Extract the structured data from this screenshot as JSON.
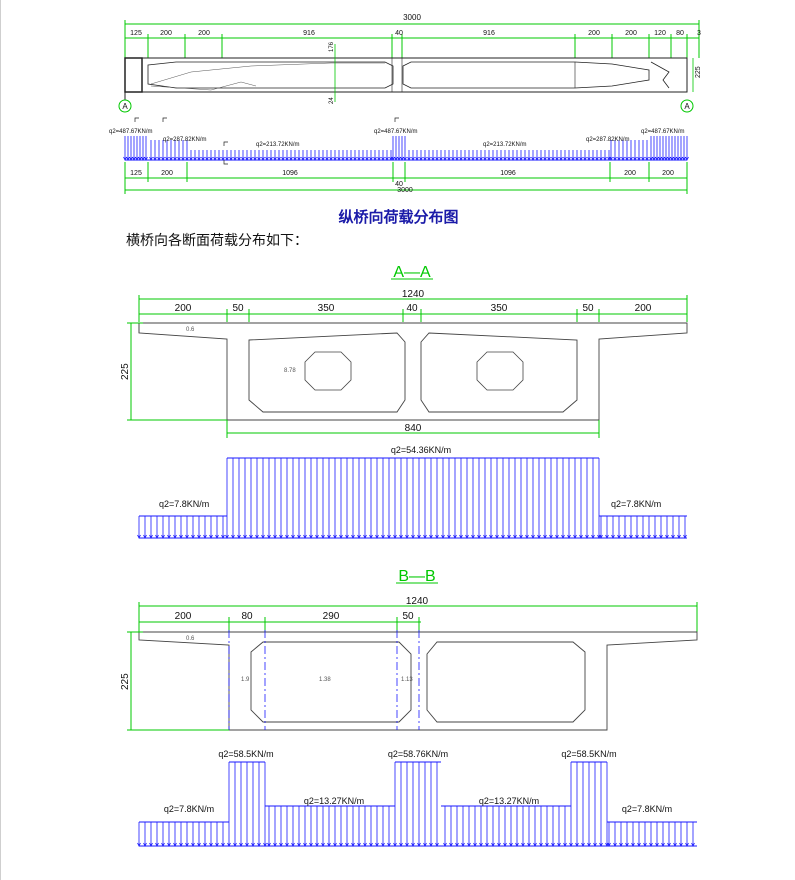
{
  "longitudinal": {
    "total_top": "3000",
    "top_dims": [
      "125",
      "200",
      "200",
      "916",
      "40",
      "916",
      "200",
      "200",
      "120",
      "80",
      "3"
    ],
    "pier_labels": [
      "A",
      "A"
    ],
    "height_dim": "225",
    "vert_dim_top": "176",
    "vert_dim_bot": "24",
    "load_labels": [
      "q2=487.67KN/m",
      "q2=287.82KN/m",
      "q2=213.72KN/m",
      "q2=487.67KN/m",
      "q2=213.72KN/m",
      "q2=287.82KN/m",
      "q2=487.67KN/m"
    ],
    "bottom_dims": [
      "125",
      "200",
      "1096",
      "40",
      "1096",
      "200",
      "200"
    ],
    "total_bottom": "3000"
  },
  "caption": "纵桥向荷载分布图",
  "intro_text": "横桥向各断面荷载分布如下：",
  "section_a": {
    "label": "A—A",
    "total": "1240",
    "dims": [
      "200",
      "50",
      "350",
      "40",
      "350",
      "50",
      "200"
    ],
    "height": "225",
    "slab": "0.6",
    "box_note": "8.78",
    "bottom_width": "840",
    "load_center": "q2=54.36KN/m",
    "load_left": "q2=7.8KN/m",
    "load_right": "q2=7.8KN/m"
  },
  "section_b": {
    "label": "B—B",
    "total": "1240",
    "dims": [
      "200",
      "80",
      "290",
      "50"
    ],
    "height": "225",
    "slab": "0.6",
    "notes": [
      "1.9",
      "1.38",
      "1.13"
    ],
    "loads": [
      "q2=58.5KN/m",
      "q2=58.76KN/m",
      "q2=58.5KN/m",
      "q2=7.8KN/m",
      "q2=13.27KN/m",
      "q2=13.27KN/m",
      "q2=7.8KN/m"
    ]
  },
  "colors": {
    "green": "#00c800",
    "blue": "#1a1aff",
    "dark": "#111111",
    "red": "#d00000"
  }
}
